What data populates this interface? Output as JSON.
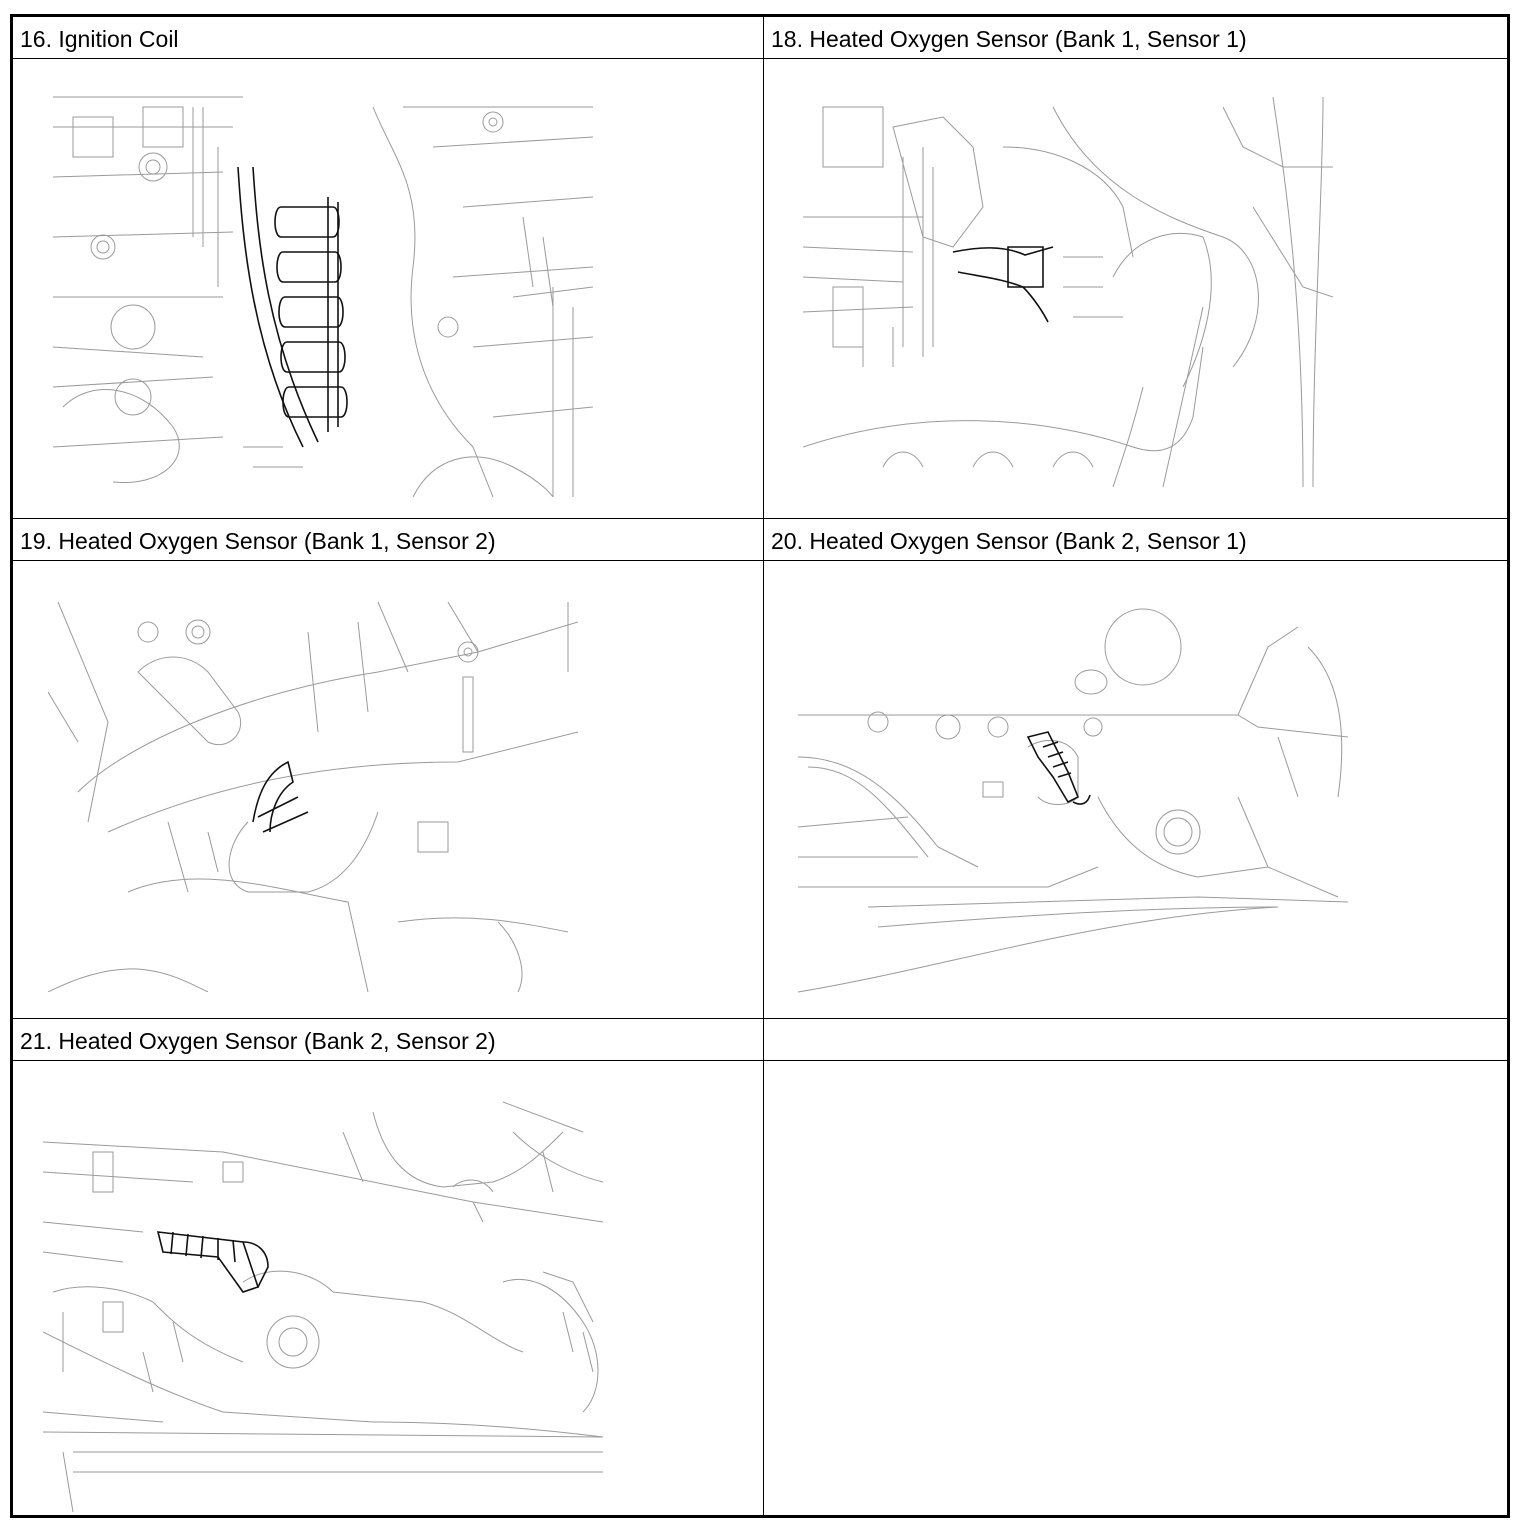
{
  "panels": [
    {
      "title": "16. Ignition Coil",
      "figure_icon": "ignition-coil-illustration"
    },
    {
      "title": "18. Heated Oxygen Sensor (Bank 1, Sensor 1)",
      "figure_icon": "oxygen-sensor-illustration"
    },
    {
      "title": "19. Heated Oxygen Sensor (Bank 1, Sensor 2)",
      "figure_icon": "oxygen-sensor-illustration"
    },
    {
      "title": "20. Heated Oxygen Sensor (Bank 2, Sensor 1)",
      "figure_icon": "oxygen-sensor-illustration"
    },
    {
      "title": "21. Heated Oxygen Sensor (Bank 2, Sensor 2)",
      "figure_icon": "oxygen-sensor-illustration"
    },
    {
      "title": "",
      "figure_icon": ""
    }
  ],
  "colors": {
    "line_art": "#9a9a9a",
    "highlight": "#000000",
    "border": "#000000"
  }
}
